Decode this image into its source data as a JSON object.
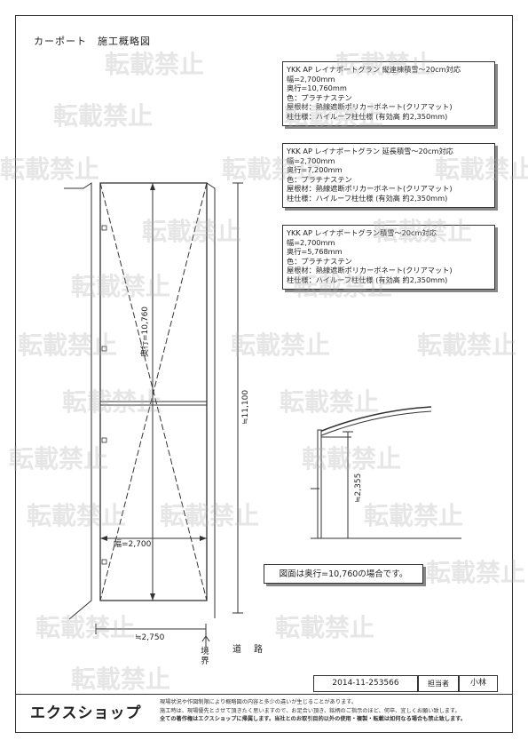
{
  "page_title": "カーポート　施工概略図",
  "specs": [
    {
      "name": "YKK AP レイナポートグラン 縦連棟積雪～20cm対応",
      "width": "幅=2,700mm",
      "depth": "奥行=10,760mm",
      "color": "色：プラチナステン",
      "roof": "屋根材：熱線遮断ポリカーボネート(クリアマット)",
      "pillar": "柱仕様：ハイルーフ柱仕様 (有効高 約2,350mm)"
    },
    {
      "name": "YKK AP レイナポートグラン 延長積雪～20cm対応",
      "width": "幅=2,700mm",
      "depth": "奥行=7,200mm",
      "color": "色：プラチナステン",
      "roof": "屋根材：熱線遮断ポリカーボネート(クリアマット)",
      "pillar": "柱仕様：ハイルーフ柱仕様 (有効高 約2,350mm)"
    },
    {
      "name": "YKK AP レイナポートグラン積雪～20cm対応",
      "width": "幅=2,700mm",
      "depth": "奥行=5,768mm",
      "color": "色：プラチナステン",
      "roof": "屋根材：熱線遮断ポリカーボネート(クリアマット)",
      "pillar": "柱仕様：ハイルーフ柱仕様 (有効高 約2,350mm)"
    }
  ],
  "plan": {
    "depth_label": "奥行=10,760",
    "width_label": "幅=2,700",
    "total_depth_label": "≒11,100",
    "total_width_label": "≒2,750",
    "boundary_label": "境界",
    "road_label": "道　路"
  },
  "elevation": {
    "height_label": "≒2,355"
  },
  "note": "図面は奥行=10,760の場合です。",
  "watermark_text": "転載禁止",
  "title_block": {
    "drawing_id": "2014-11-253566",
    "staff_label": "担当者",
    "staff_name": "小林"
  },
  "footer": {
    "logo": "エクスショップ",
    "legal_1": "現場状況や作図制限により概略図の内容と多少の違いが生じることがあります。",
    "legal_2": "施工時は、現場優先とさせて頂きたく思いますので、お足合い頂き、銘柄のご指示のほど、何卒、宜しくお願い致します。",
    "legal_3": "全ての著作権はエクスショップに帰属します。当社とのお取引目的以外の使用・複製・転載は如何なる場合も禁止致します。"
  },
  "colors": {
    "line": "#333333",
    "watermark": "#b0b0b0",
    "shadow": "#888888"
  }
}
